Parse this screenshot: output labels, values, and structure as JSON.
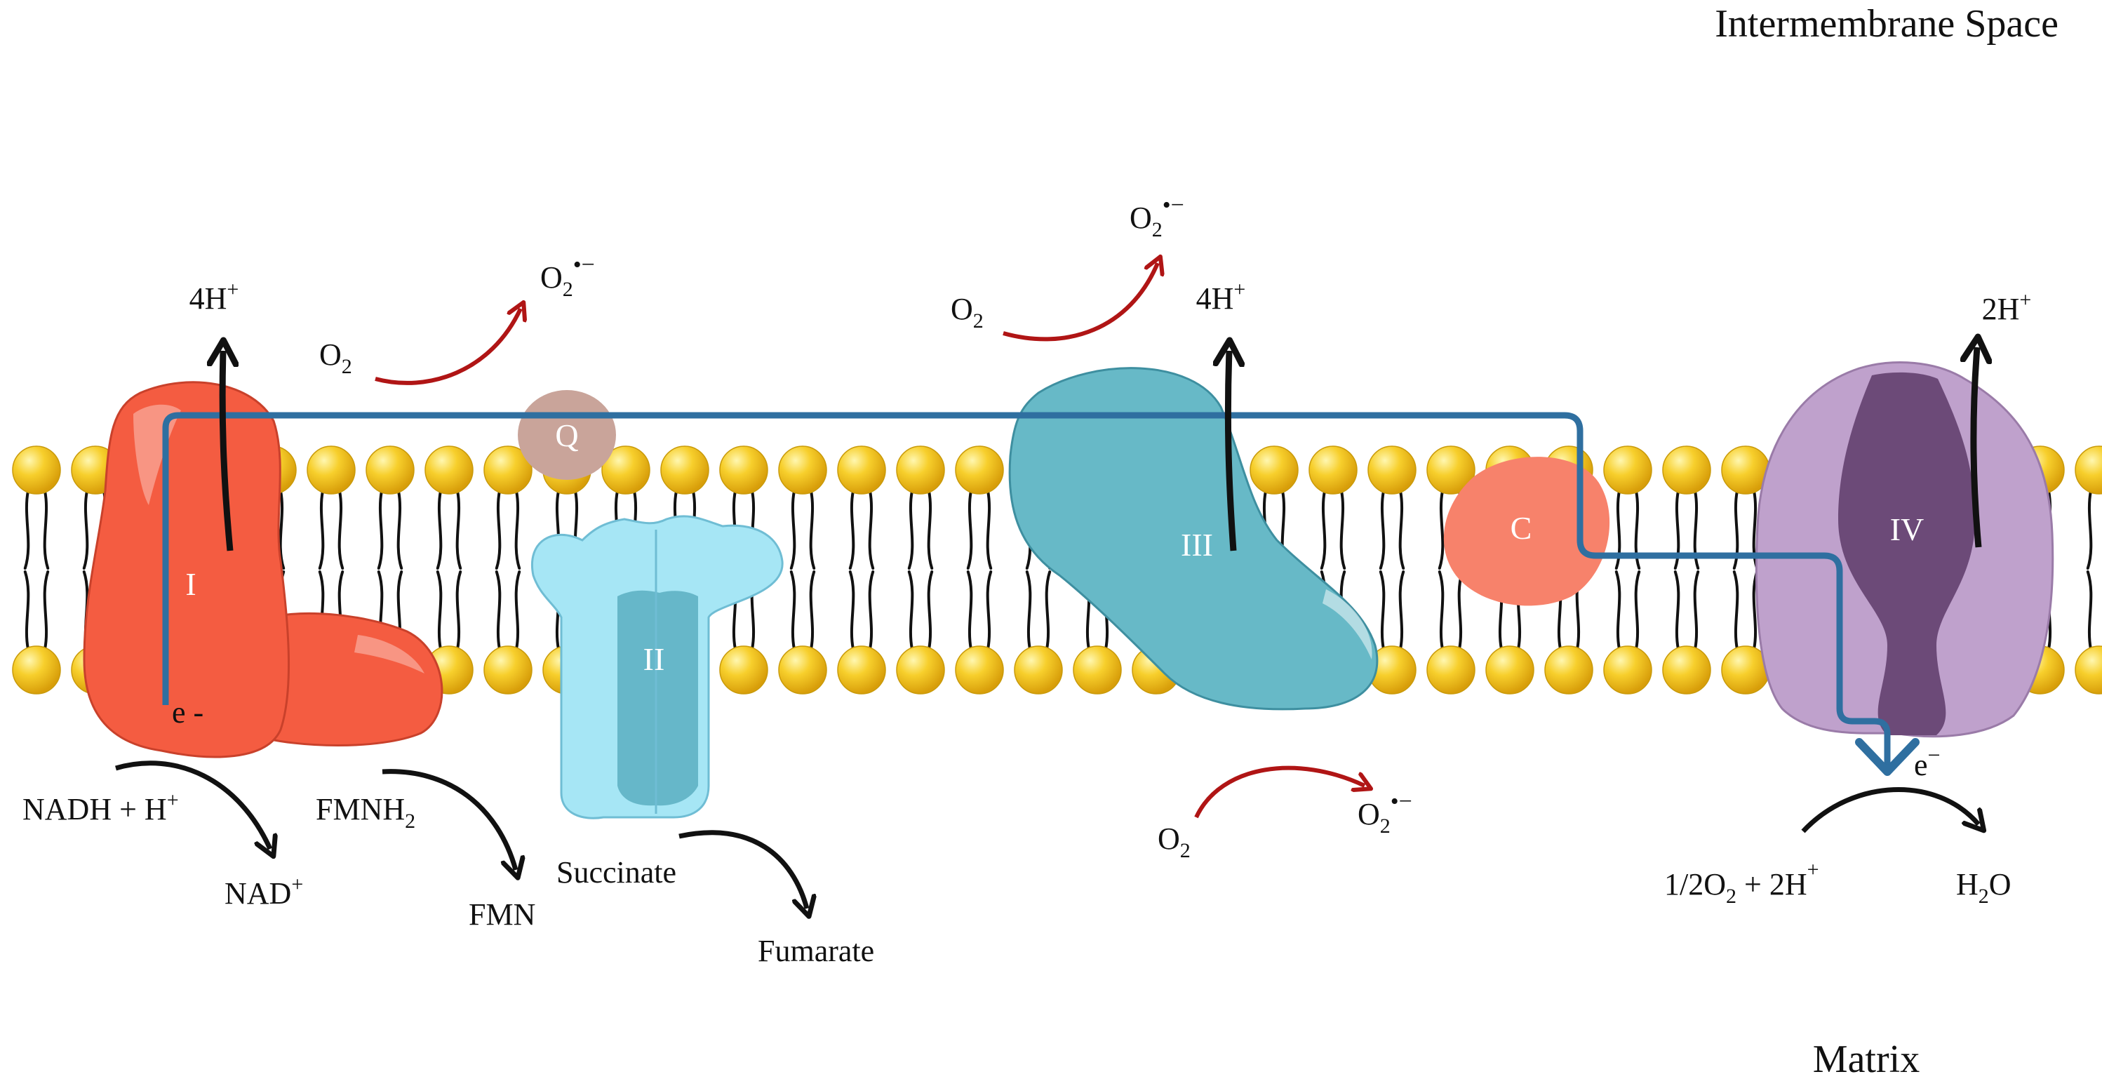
{
  "regions": {
    "intermembrane": "Intermembrane Space",
    "matrix": "Matrix"
  },
  "complexes": {
    "c1": "I",
    "c2": "II",
    "c3": "III",
    "c4": "IV",
    "q": "Q",
    "c": "C"
  },
  "labels": {
    "h1": "4H",
    "h3": "4H",
    "h4": "2H",
    "plus": "+",
    "o2": "O",
    "sub2": "2",
    "superoxide": "•−",
    "nadh": "NADH + H",
    "nad": "NAD",
    "fmnh2": "FMNH",
    "fmn": "FMN",
    "succinate": "Succinate",
    "fumarate": "Fumarate",
    "electron_start": "e -",
    "electron_end": "e",
    "minus": "−",
    "half_o2": "1/2O",
    "plus_2h": " + 2H",
    "water_h": "H",
    "water_o": "O"
  },
  "colors": {
    "complex1": "#f45c41",
    "complex2": "#a6e6f5",
    "complex3": "#67b9c7",
    "complex4": "#bfa1cc",
    "complex4_core": "#6c4a78",
    "q": "#c9a49a",
    "c": "#f7826b",
    "lipid_head": "#f7c928",
    "electron_path": "#2f6fa0",
    "ros_arrow": "#b01515",
    "proton_arrow": "#111111"
  }
}
